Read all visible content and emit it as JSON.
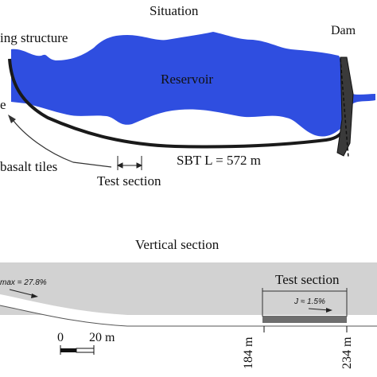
{
  "situation": {
    "title": "Situation",
    "labels": {
      "intake": "ing structure",
      "dam": "Dam",
      "reservoir": "Reservoir",
      "left_edge": "e",
      "basalt": "basalt tiles",
      "sbt": "SBT L = 572 m",
      "test_section": "Test section"
    },
    "colors": {
      "reservoir": "#2f4ee0",
      "tunnel": "#1a1a1a",
      "dam": "#3a3a3a"
    }
  },
  "vertical": {
    "title": "Vertical section",
    "test_section": "Test section",
    "slope_max": "max = 27.8%",
    "slope_test": "J ≈ 1.5%",
    "scale_zero": "0",
    "scale_20": "20 m",
    "station_184": "184 m",
    "station_234": "234 m",
    "colors": {
      "ground": "#d2d2d2",
      "tunnel": "#ffffff",
      "test": "#6e6e6e"
    }
  }
}
